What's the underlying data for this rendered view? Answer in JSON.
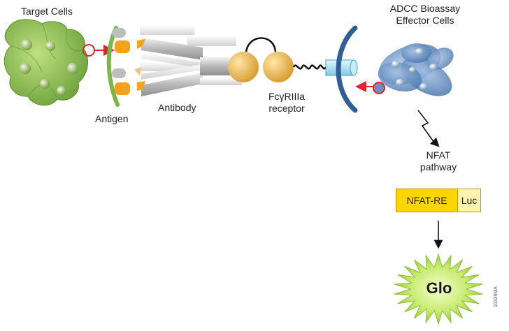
{
  "labels": {
    "target_cells": "Target Cells",
    "antigen": "Antigen",
    "antibody": "Antibody",
    "receptor_line1": "FcγRIIIa",
    "receptor_line2": "receptor",
    "effector_line1": "ADCC Bioassay",
    "effector_line2": "Effector Cells",
    "pathway_line1": "NFAT",
    "pathway_line2": "pathway",
    "construct_promoter": "NFAT-RE",
    "construct_reporter": "Luc",
    "output": "Glo",
    "figure_code": "10339MA"
  },
  "colors": {
    "target_cell_green": "#7fb24a",
    "antigen_green": "#7ab648",
    "fc_gold": "#e7b04a",
    "effector_blue": "#5d86b8",
    "arrow_red": "#d42b2b",
    "receptor_cyan": "#a9dcef",
    "nfat_yellow": "#ffd500",
    "luc_yellow": "#fff3b0",
    "glo_green": "#b9e25a"
  }
}
